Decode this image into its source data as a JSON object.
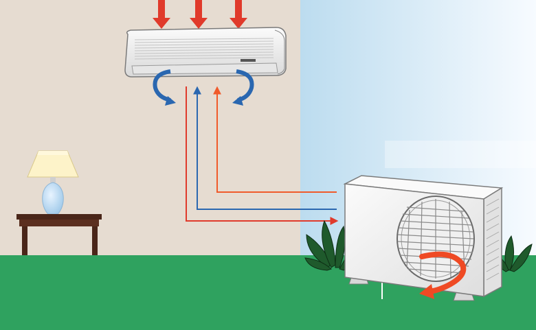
{
  "scene": {
    "indoor_wall_color": "#e6dcd1",
    "outdoor_sky_top": "#bcdcef",
    "outdoor_sky_bottom": "#f7fbff",
    "ground_color": "#2fa25f",
    "hot_air_color": "#e03a2b",
    "cool_air_color": "#2a67b0",
    "warm_line_color": "#f05a2a",
    "exhaust_arrow_color": "#ef4a24",
    "unit_fill": "#f4f4f4",
    "unit_stroke": "#7a7a7a"
  },
  "icons": {
    "indoor_unit": "wall-mounted-air-conditioner",
    "outdoor_unit": "condenser-unit",
    "lamp": "table-lamp",
    "table": "side-table",
    "plants": "shrub"
  },
  "labels": {
    "brand_mark": ""
  }
}
